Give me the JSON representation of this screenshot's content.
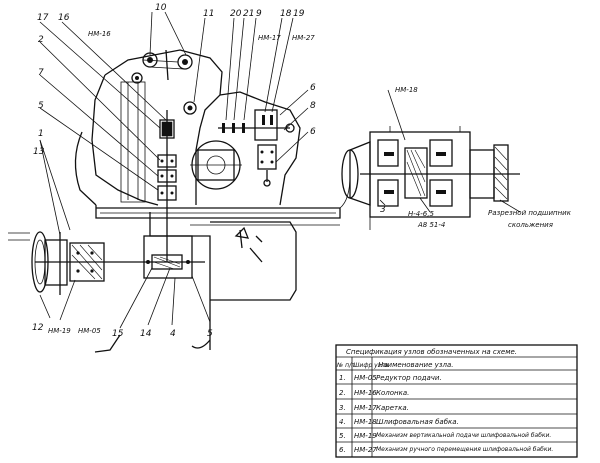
{
  "callouts": {
    "c17": "17",
    "c16": "16",
    "c10": "10",
    "c11": "11",
    "c20": "20",
    "c21": "21",
    "c9": "9",
    "c18": "18",
    "c19": "19",
    "c2": "2",
    "c7": "7",
    "c5": "5",
    "c1": "1",
    "c13": "13",
    "c6a": "6",
    "c8": "8",
    "c6b": "6",
    "c3": "3",
    "c12": "12",
    "c15": "15",
    "c14": "14",
    "c4": "4",
    "c5b": "5"
  },
  "codes": {
    "nm16": "НМ-16",
    "nm17": "НМ-17",
    "nm27": "НМ-27",
    "nm18": "НМ-18",
    "nm19": "НМ-19",
    "nm05": "НМ-05"
  },
  "annotations": {
    "spindle": "Н-4-6,5",
    "abbrev": "А8 51-4",
    "bearing_line1": "Разрезной подшипник",
    "bearing_line2": "скольжения"
  },
  "table": {
    "title": "Спецификация узлов обозначенных на схеме.",
    "headers": {
      "num": "№ п/п",
      "code": "Шифр узла",
      "name": "Наименование узла."
    },
    "rows": [
      {
        "num": "1.",
        "code": "НМ-05",
        "name": "Редуктор подачи."
      },
      {
        "num": "2.",
        "code": "НМ-16",
        "name": "Колонка."
      },
      {
        "num": "3.",
        "code": "НМ-17",
        "name": "Каретка."
      },
      {
        "num": "4.",
        "code": "НМ-18",
        "name": "Шлифовальная бабка."
      },
      {
        "num": "5.",
        "code": "НМ-19",
        "name": "Механизм вертикальной подачи шлифовальной бабки."
      },
      {
        "num": "6.",
        "code": "НМ-27",
        "name": "Механизм ручного перемещения шлифовальной бабки."
      }
    ]
  }
}
